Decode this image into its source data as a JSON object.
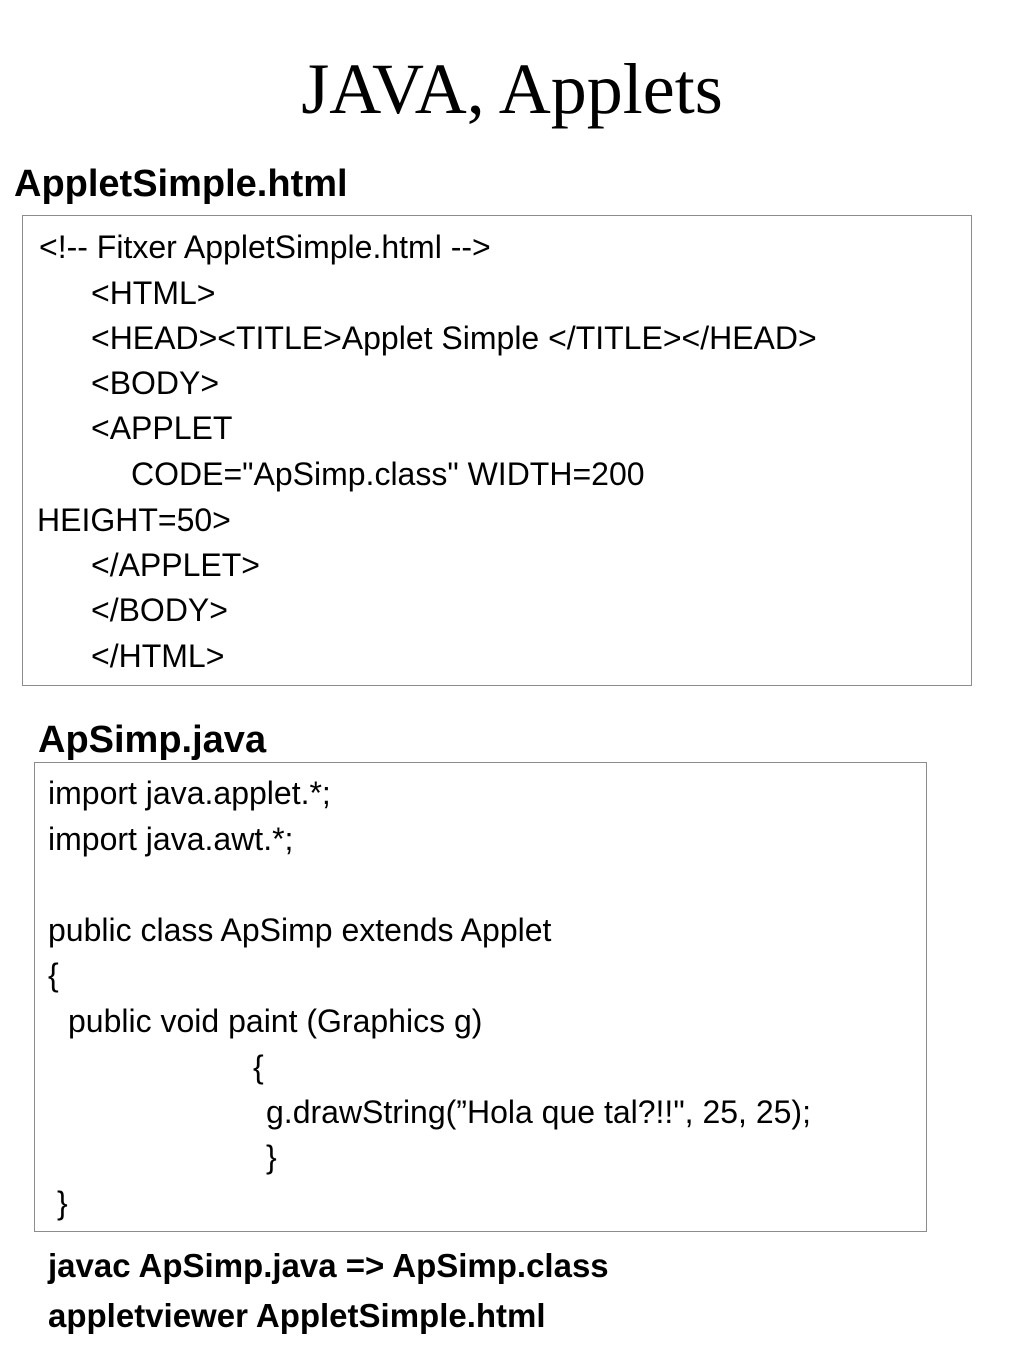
{
  "slide": {
    "title": "JAVA, Applets"
  },
  "html_section": {
    "heading": "AppletSimple.html",
    "lines": [
      "<!-- Fitxer AppletSimple.html -->",
      "<HTML>",
      "<HEAD><TITLE>Applet Simple </TITLE></HEAD>",
      "<BODY>",
      "<APPLET",
      "CODE=\"ApSimp.class\" WIDTH=200",
      "HEIGHT=50>",
      "</APPLET>",
      "</BODY>",
      "</HTML>"
    ]
  },
  "java_section": {
    "heading": "ApSimp.java",
    "lines": [
      "import java.applet.*;",
      "import java.awt.*;",
      "public class ApSimp extends Applet",
      "{",
      "public void paint (Graphics g)",
      "{",
      "g.drawString(”Hola que tal?!!\", 25, 25);",
      "}",
      "}"
    ]
  },
  "footer": {
    "compile_line": "javac ApSimp.java => ApSimp.class",
    "run_line": "appletviewer AppletSimple.html"
  }
}
